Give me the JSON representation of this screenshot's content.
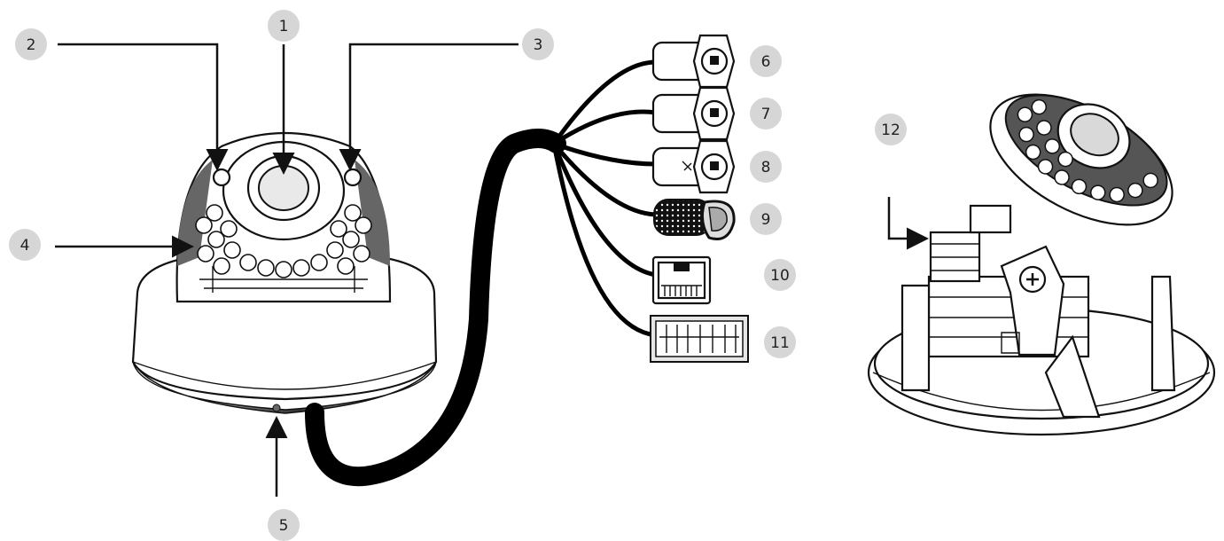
{
  "callouts": {
    "c1": "1",
    "c2": "2",
    "c3": "3",
    "c4": "4",
    "c5": "5",
    "c6": "6",
    "c7": "7",
    "c8": "8",
    "c9": "9",
    "c10": "10",
    "c11": "11",
    "c12": "12"
  },
  "colors": {
    "callout_fill": "#d6d6d6",
    "line": "#111111"
  }
}
